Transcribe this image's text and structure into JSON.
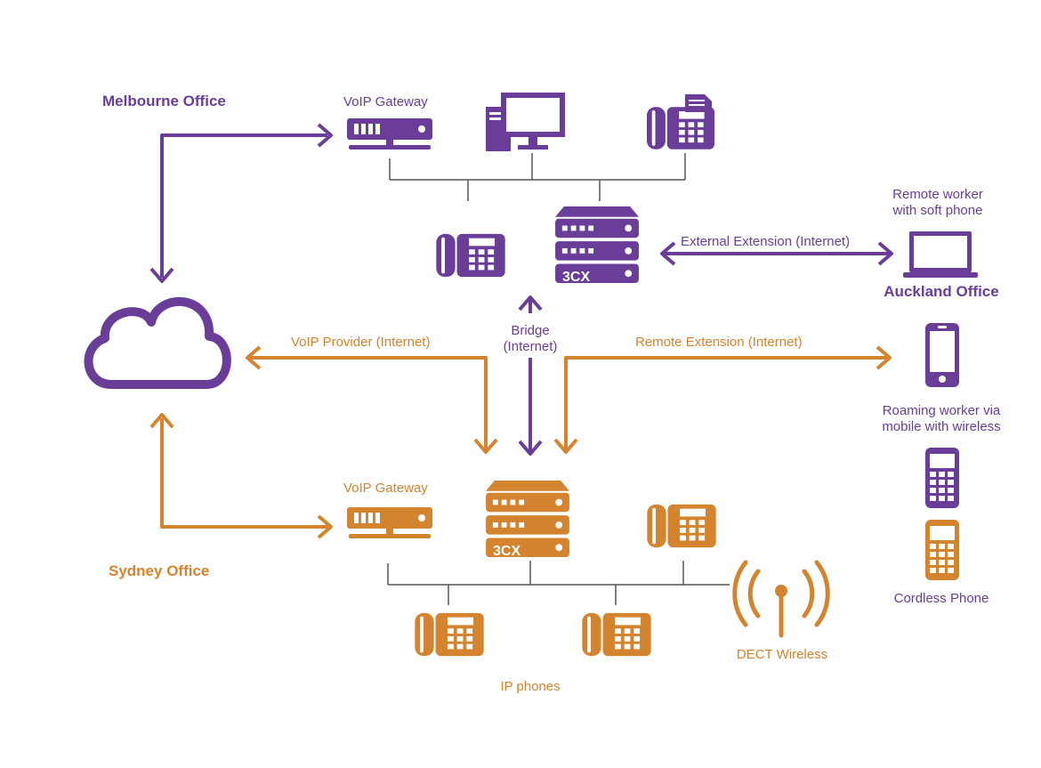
{
  "colors": {
    "purple": "#6a3d98",
    "orange": "#d4832e",
    "bus_line": "#555555",
    "background": "#ffffff"
  },
  "offices": {
    "melbourne": "Melbourne Office",
    "auckland": "Auckland Office",
    "sydney": "Sydney Office"
  },
  "labels": {
    "voip_gateway_top": "VoIP Gateway",
    "voip_gateway_bottom": "VoIP Gateway",
    "remote_worker_line1": "Remote worker",
    "remote_worker_line2": "with soft phone",
    "external_extension": "External Extension (Internet)",
    "bridge_line1": "Bridge",
    "bridge_line2": "(Internet)",
    "voip_provider": "VoIP Provider (Internet)",
    "remote_extension": "Remote Extension (Internet)",
    "roaming_line1": "Roaming worker via",
    "roaming_line2": "mobile with wireless",
    "cordless_phone": "Cordless Phone",
    "dect_wireless": "DECT Wireless",
    "ip_phones": "IP phones",
    "server_logo_top": "3CX",
    "server_logo_bottom": "3CX"
  },
  "icons": [
    "cloud-icon",
    "gateway-icon",
    "desktop-computer-icon",
    "fax-phone-icon",
    "desk-phone-icon",
    "server-3cx-icon",
    "laptop-icon",
    "smartphone-icon",
    "cordless-phone-icon",
    "dect-antenna-icon"
  ]
}
